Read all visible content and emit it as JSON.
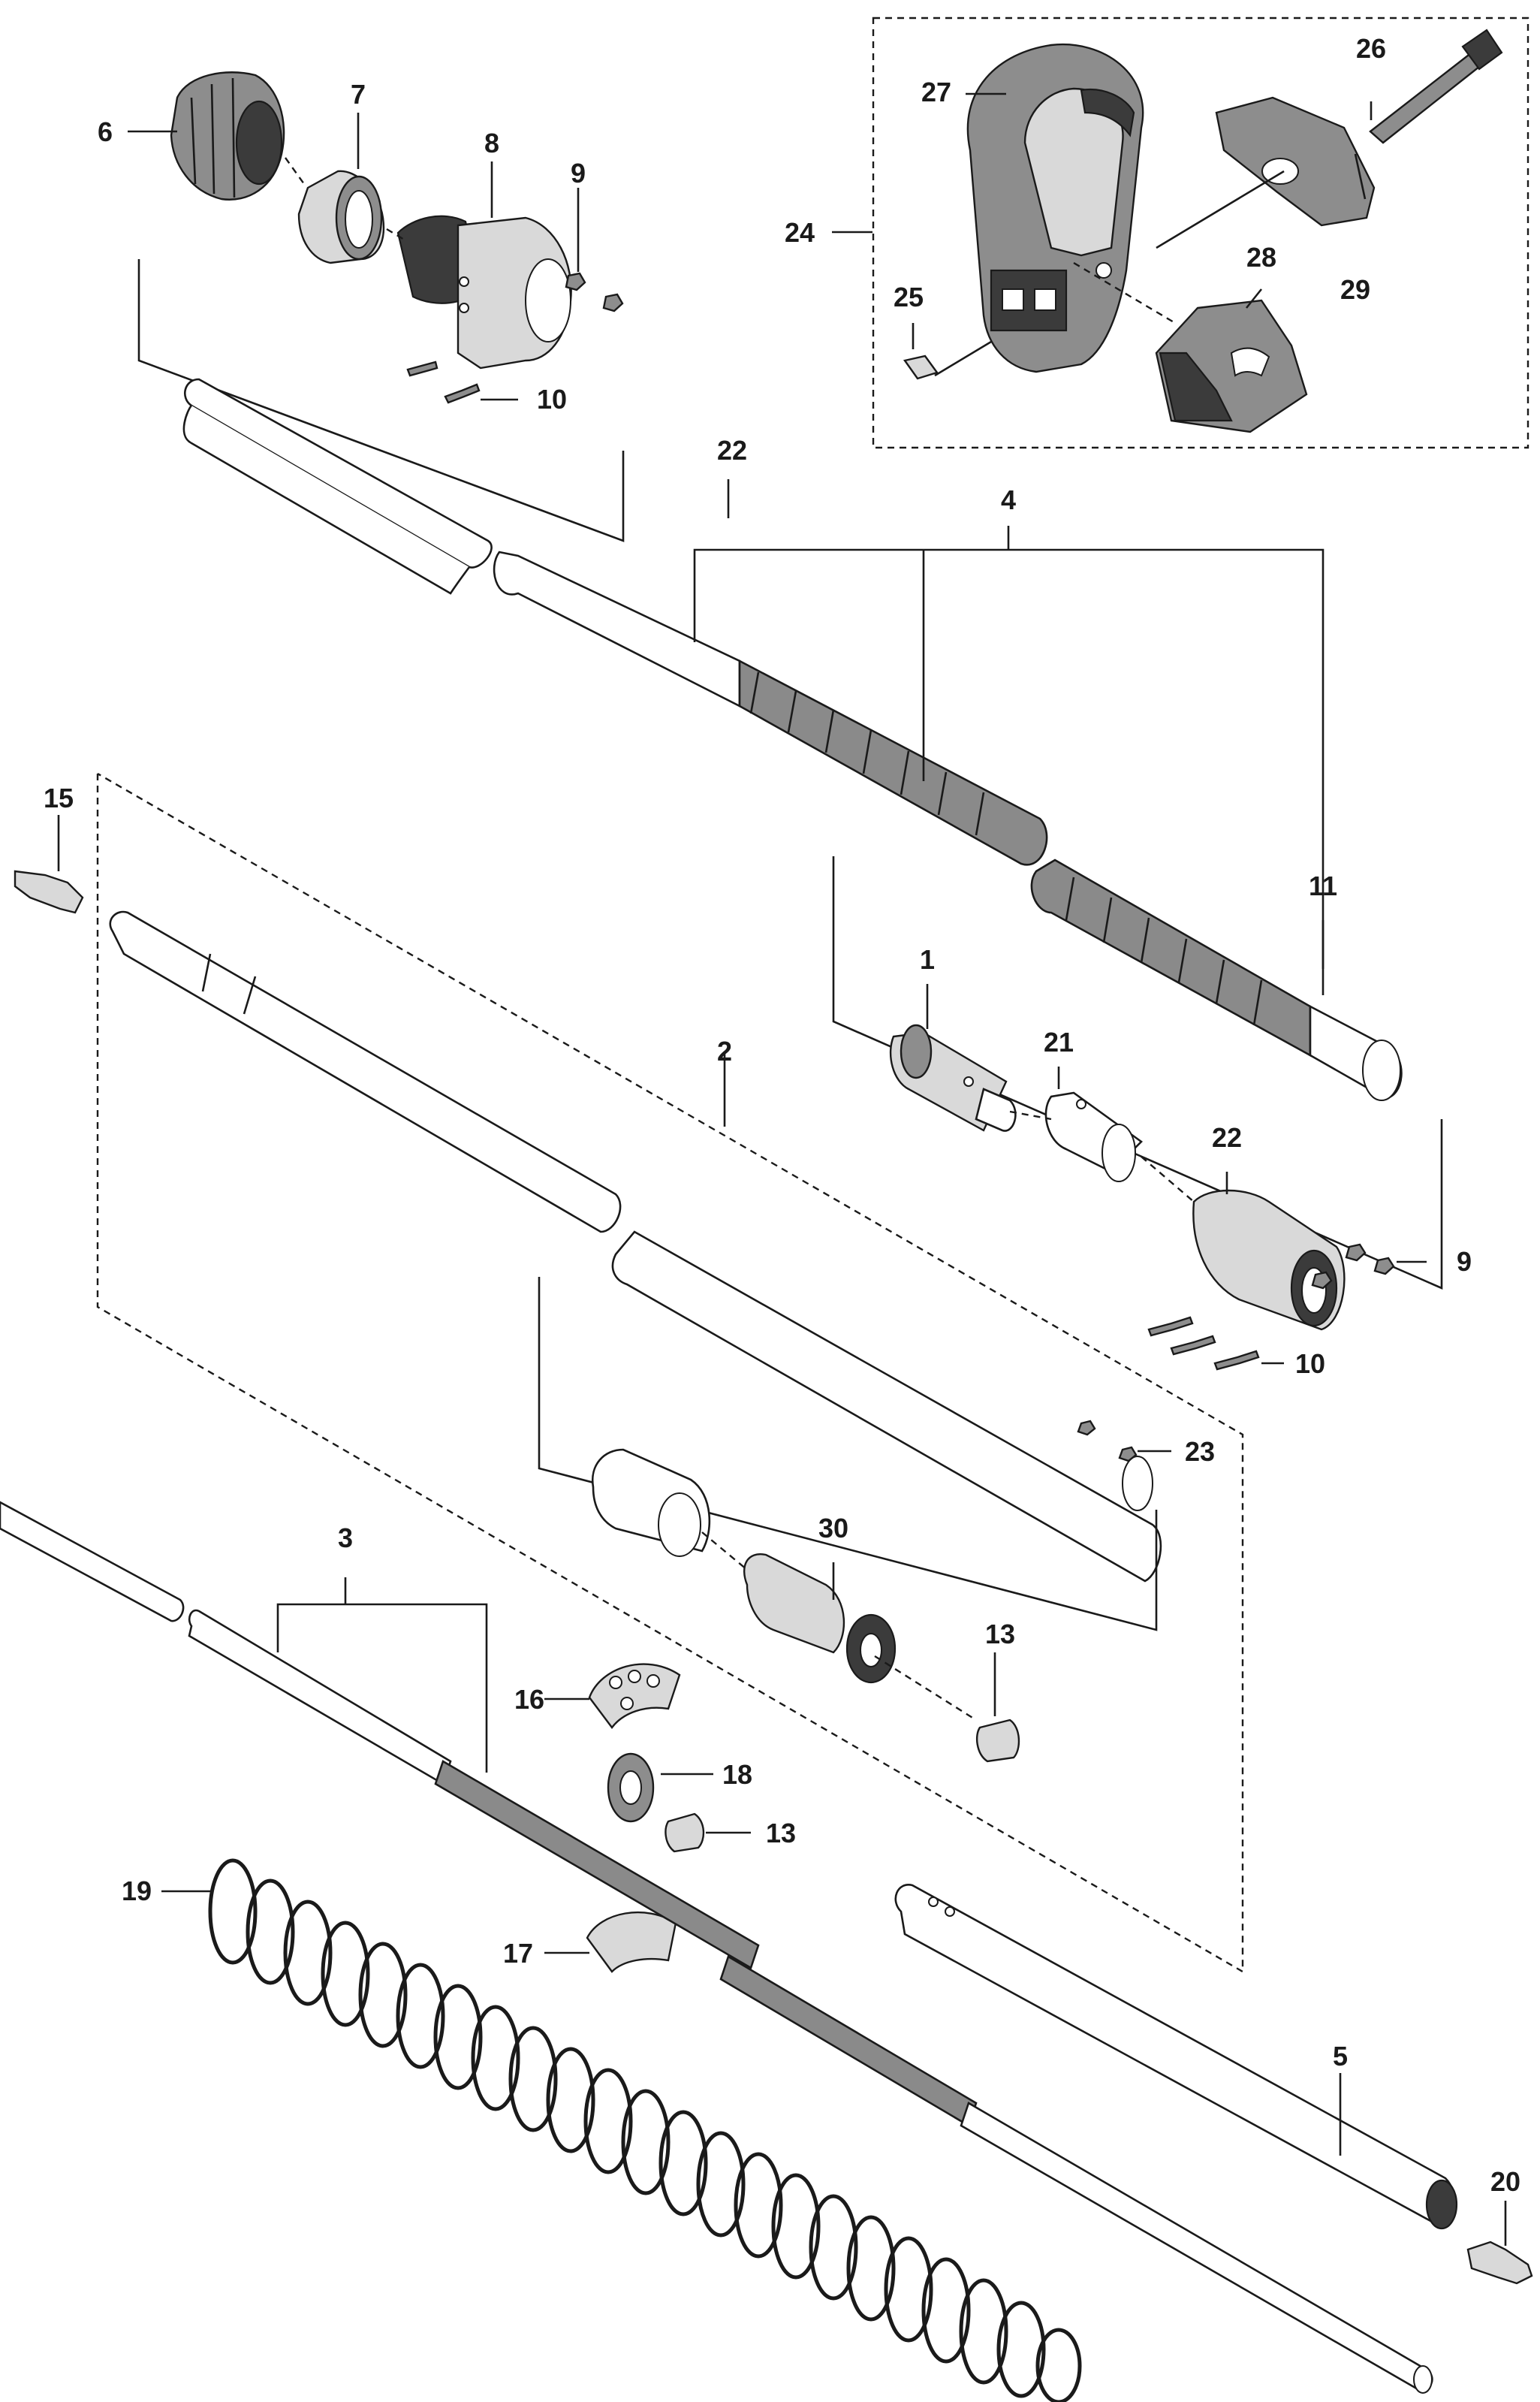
{
  "callouts": [
    {
      "id": "c6",
      "text": "6"
    },
    {
      "id": "c7",
      "text": "7"
    },
    {
      "id": "c8",
      "text": "8"
    },
    {
      "id": "c9a",
      "text": "9"
    },
    {
      "id": "c10a",
      "text": "10"
    },
    {
      "id": "c22a",
      "text": "22"
    },
    {
      "id": "c4",
      "text": "4"
    },
    {
      "id": "c24",
      "text": "24"
    },
    {
      "id": "c25",
      "text": "25"
    },
    {
      "id": "c26",
      "text": "26"
    },
    {
      "id": "c27",
      "text": "27"
    },
    {
      "id": "c28",
      "text": "28"
    },
    {
      "id": "c29",
      "text": "29"
    },
    {
      "id": "c15",
      "text": "15"
    },
    {
      "id": "c11",
      "text": "11"
    },
    {
      "id": "c1",
      "text": "1"
    },
    {
      "id": "c21",
      "text": "21"
    },
    {
      "id": "c2",
      "text": "2"
    },
    {
      "id": "c22b",
      "text": "22"
    },
    {
      "id": "c9b",
      "text": "9"
    },
    {
      "id": "c10b",
      "text": "10"
    },
    {
      "id": "c23",
      "text": "23"
    },
    {
      "id": "c3",
      "text": "3"
    },
    {
      "id": "c30",
      "text": "30"
    },
    {
      "id": "c13a",
      "text": "13"
    },
    {
      "id": "c16",
      "text": "16"
    },
    {
      "id": "c18",
      "text": "18"
    },
    {
      "id": "c13b",
      "text": "13"
    },
    {
      "id": "c19",
      "text": "19"
    },
    {
      "id": "c17",
      "text": "17"
    },
    {
      "id": "c5",
      "text": "5"
    },
    {
      "id": "c20",
      "text": "20"
    }
  ]
}
